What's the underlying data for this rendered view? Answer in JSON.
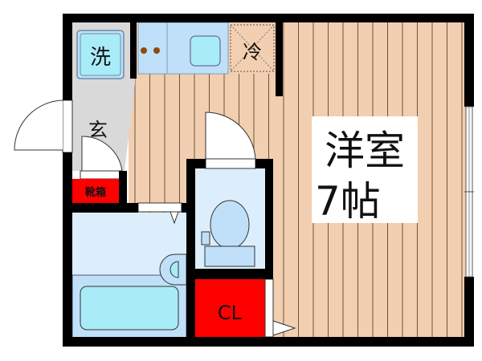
{
  "floor_plan": {
    "labels": {
      "washer": "洗",
      "entrance": "玄",
      "refrigerator": "冷",
      "shoe_box": "靴箱",
      "closet": "CL",
      "western_room": "洋室",
      "room_size": "7帖"
    },
    "colors": {
      "wall": "#000000",
      "wood_floor": "#f2cfb0",
      "wood_line": "#6b5440",
      "entrance_floor": "#d9d9d9",
      "wet_area": "#dceefc",
      "fixture": "#bfe0f8",
      "tub_inner": "#a8ecf8",
      "storage_red": "#ff0000"
    }
  }
}
